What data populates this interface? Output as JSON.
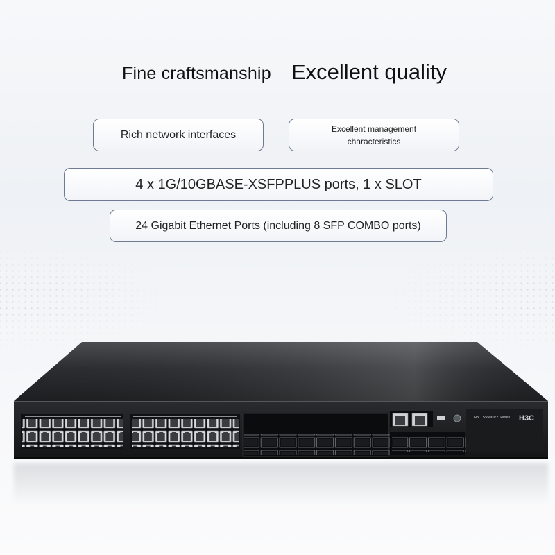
{
  "headline": {
    "left": "Fine craftsmanship",
    "right": "Excellent quality"
  },
  "features": {
    "rich_interfaces": "Rich network interfaces",
    "management": "Excellent management characteristics",
    "sfp_ports": "4 x 1G/10GBASE-XSFPPLUS ports, 1 x SLOT",
    "gigabit_ports": "24 Gigabit Ethernet Ports (including 8 SFP COMBO ports)"
  },
  "device": {
    "brand": "H3C",
    "model": "H3C S5500V2 Series"
  },
  "colors": {
    "chassis": "#2a2b2e",
    "front_panel": "#1c1d1f",
    "pill_border": "#6f7b93"
  }
}
